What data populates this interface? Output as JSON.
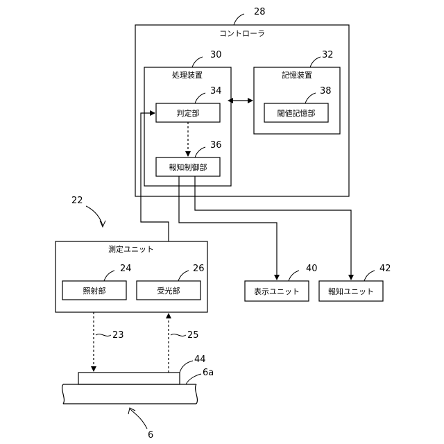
{
  "refs": {
    "r28": "28",
    "r30": "30",
    "r32": "32",
    "r34": "34",
    "r36": "36",
    "r38": "38",
    "r22": "22",
    "r24": "24",
    "r26": "26",
    "r40": "40",
    "r42": "42",
    "r23": "23",
    "r25": "25",
    "r44": "44",
    "r6a": "6a",
    "r6": "6"
  },
  "labels": {
    "controller": "コントローラ",
    "processing_device": "処理装置",
    "storage_device": "記憶装置",
    "judgment_unit": "判定部",
    "notification_control_unit": "報知制御部",
    "threshold_storage_unit": "閾値記憶部",
    "measurement_unit": "測定ユニット",
    "irradiation_unit": "照射部",
    "light_receiving_unit": "受光部",
    "display_unit": "表示ユニット",
    "notification_unit": "報知ユニット"
  }
}
